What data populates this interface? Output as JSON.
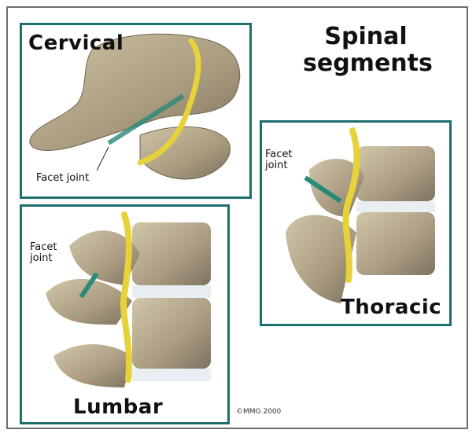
{
  "title_line1": "Spinal",
  "title_line2": "segments",
  "panels": {
    "cervical": {
      "label": "Cervical",
      "facet_label": "Facet joint"
    },
    "lumbar": {
      "label": "Lumbar",
      "facet_label_line1": "Facet",
      "facet_label_line2": "joint"
    },
    "thoracic": {
      "label": "Thoracic",
      "facet_label_line1": "Facet",
      "facet_label_line2": "joint"
    }
  },
  "copyright": "©MMG 2000",
  "colors": {
    "border": "#1f6e6e",
    "bone": "#b7aa8e",
    "bone_shadow": "#7d7261",
    "disc": "#e9eef2",
    "nerve": "#e8d23a"
  }
}
